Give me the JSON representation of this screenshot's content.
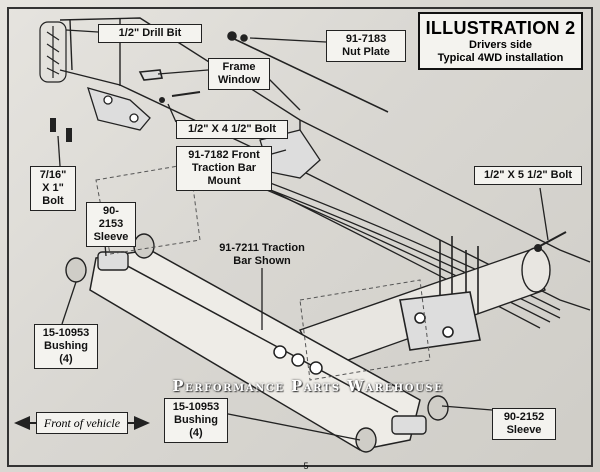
{
  "title": {
    "heading": "ILLUSTRATION 2",
    "line1": "Drivers side",
    "line2": "Typical 4WD installation"
  },
  "labels": {
    "drill_bit": "1/2\" Drill Bit",
    "nut_plate": [
      "91-7183",
      "Nut Plate"
    ],
    "frame_window": [
      "Frame",
      "Window"
    ],
    "bolt_4_half": "1/2\" X 4 1/2\" Bolt",
    "front_mount": [
      "91-7182 Front",
      "Traction Bar",
      "Mount"
    ],
    "bolt_7_16": [
      "7/16\"",
      "X 1\"",
      "Bolt"
    ],
    "sleeve_2153": [
      "90-2153",
      "Sleeve"
    ],
    "traction_bar": [
      "91-7211 Traction",
      "Bar Shown"
    ],
    "bolt_5_half": "1/2\" X 5 1/2\" Bolt",
    "bushing_left": [
      "15-10953",
      "Bushing",
      "(4)"
    ],
    "bushing_right": [
      "15-10953",
      "Bushing",
      "(4)"
    ],
    "sleeve_2152": [
      "90-2152",
      "Sleeve"
    ],
    "front_of_vehicle": "Front of vehicle"
  },
  "watermark": "Performance Parts Warehouse",
  "page_number": "5",
  "icons": [
    "left-arrow-icon",
    "right-arrow-icon"
  ],
  "colors": {
    "ink": "#111111",
    "paper": "#e4e2dd",
    "watermark": "#ffffff"
  }
}
